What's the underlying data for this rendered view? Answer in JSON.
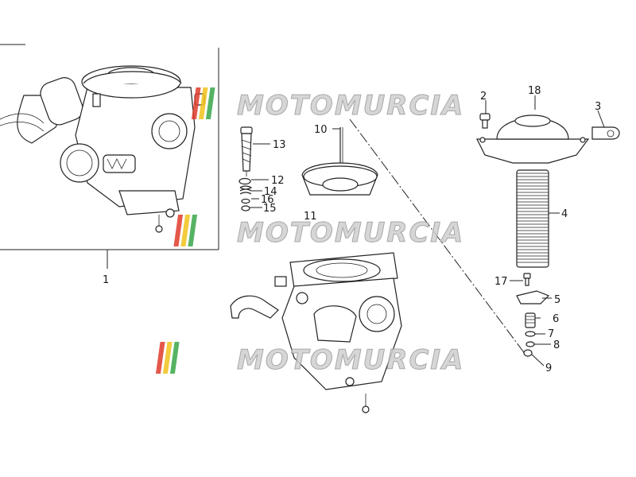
{
  "callouts": [
    {
      "id": "1",
      "text": "1"
    },
    {
      "id": "2",
      "text": "2"
    },
    {
      "id": "3",
      "text": "3"
    },
    {
      "id": "4",
      "text": "4"
    },
    {
      "id": "5",
      "text": "5"
    },
    {
      "id": "6",
      "text": "6"
    },
    {
      "id": "7",
      "text": "7"
    },
    {
      "id": "8",
      "text": "8"
    },
    {
      "id": "9",
      "text": "9"
    },
    {
      "id": "10",
      "text": "10"
    },
    {
      "id": "11",
      "text": "11"
    },
    {
      "id": "12",
      "text": "12"
    },
    {
      "id": "13",
      "text": "13"
    },
    {
      "id": "14",
      "text": "14"
    },
    {
      "id": "15",
      "text": "15"
    },
    {
      "id": "16",
      "text": "16"
    },
    {
      "id": "17",
      "text": "17"
    },
    {
      "id": "18",
      "text": "18"
    }
  ],
  "watermark": {
    "text": "MOTOMURCIA",
    "stripe_colors": [
      "#e03b2b",
      "#f2c21b",
      "#3aa64a"
    ],
    "text_color": "#cfcfcf",
    "outline_color": "#9a9a9a"
  }
}
